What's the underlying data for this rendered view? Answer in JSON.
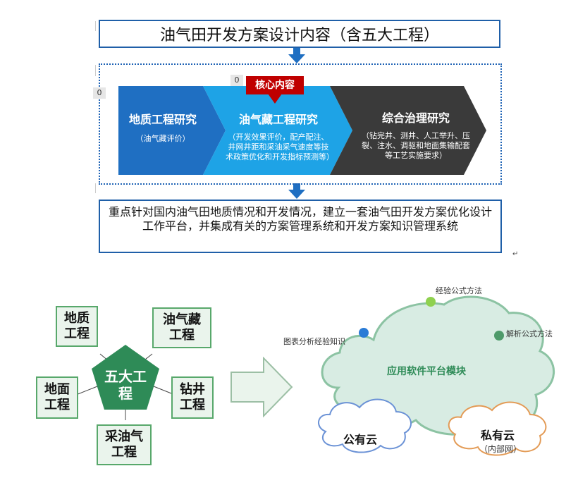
{
  "header": {
    "title": "油气田开发方案设计内容（含五大工程）"
  },
  "markers": {
    "zero_a": "0",
    "zero_b": "0",
    "return_mark": "↵"
  },
  "core_tag": "核心内容",
  "stages": [
    {
      "title": "地质工程研究",
      "desc": "（油气藏评价）",
      "color": "#1f6fc2"
    },
    {
      "title": "油气藏工程研究",
      "desc": "（开发效果评价，配产配注、井网井距和采油采气速度等技术政策优化和开发指标预测等）",
      "color": "#1ea3e6"
    },
    {
      "title": "综合治理研究",
      "desc": "（钻完井、测井、人工举升、压裂、注水、调驱和地面集输配套等工艺实施要求）",
      "color": "#3a3a3a"
    }
  ],
  "summary": "重点针对国内油气田地质情况和开发情况，建立一套油气田开发方案优化设计工作平台，并集成有关的方案管理系统和开发方案知识管理系统",
  "five_projects": {
    "center": "五大工程",
    "items": [
      "地质工程",
      "油气藏工程",
      "地面工程",
      "钻井工程",
      "采油气工程"
    ],
    "accent": "#2e8b57"
  },
  "cloud": {
    "main": "应用软件平台模块",
    "nodes": [
      "经验公式方法",
      "图表分析经验知识",
      "解析公式方法"
    ],
    "public": "公有云",
    "private": "私有云",
    "private_sub": "（内部网）"
  }
}
